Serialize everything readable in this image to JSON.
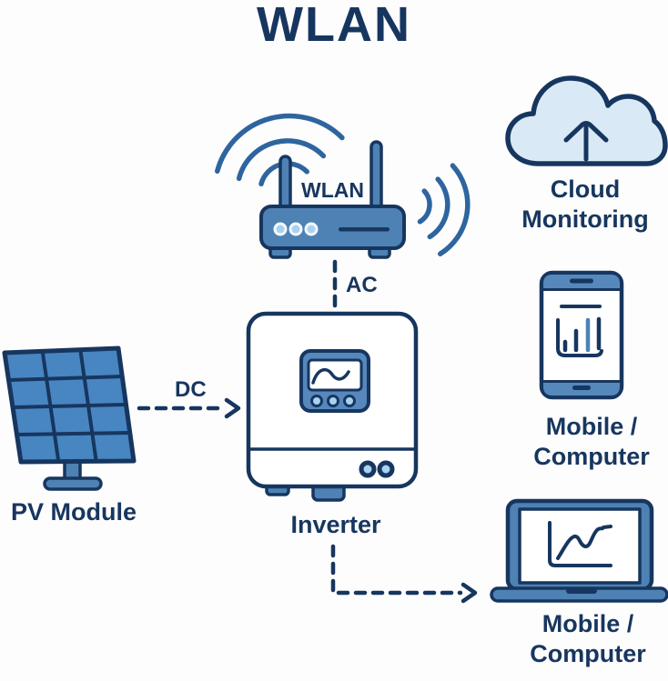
{
  "title": "WLAN",
  "colors": {
    "navy": "#17365f",
    "blue": "#4e82b4",
    "panel_blue": "#4886c2",
    "bar_blue": "#5688bc",
    "light_blue": "#d9eaf6",
    "led_blue": "#a9d2ee",
    "arc_blue": "#2e659f",
    "background": "#fdfdfd"
  },
  "nodes": {
    "router": {
      "label": "WLAN",
      "icon": "wifi-router-icon"
    },
    "cloud": {
      "label": [
        "Cloud",
        "Monitoring"
      ],
      "icon": "cloud-upload-icon"
    },
    "inverter": {
      "label": "Inverter",
      "icon": "inverter-icon"
    },
    "pv_module": {
      "label": "PV Module",
      "icon": "solar-panel-icon"
    },
    "mobile": {
      "label": [
        "Mobile /",
        "Computer"
      ],
      "icon": "smartphone-bar-chart-icon"
    },
    "laptop": {
      "label": [
        "Mobile /",
        "Computer"
      ],
      "icon": "laptop-line-chart-icon"
    }
  },
  "connections": [
    {
      "from": "pv_module",
      "to": "inverter",
      "label": "DC",
      "style": "dashed-arrow"
    },
    {
      "from": "router",
      "to": "inverter",
      "label": "AC",
      "style": "dashed-line"
    },
    {
      "from": "inverter",
      "to": "laptop",
      "label": "",
      "style": "dashed-arrow"
    }
  ]
}
